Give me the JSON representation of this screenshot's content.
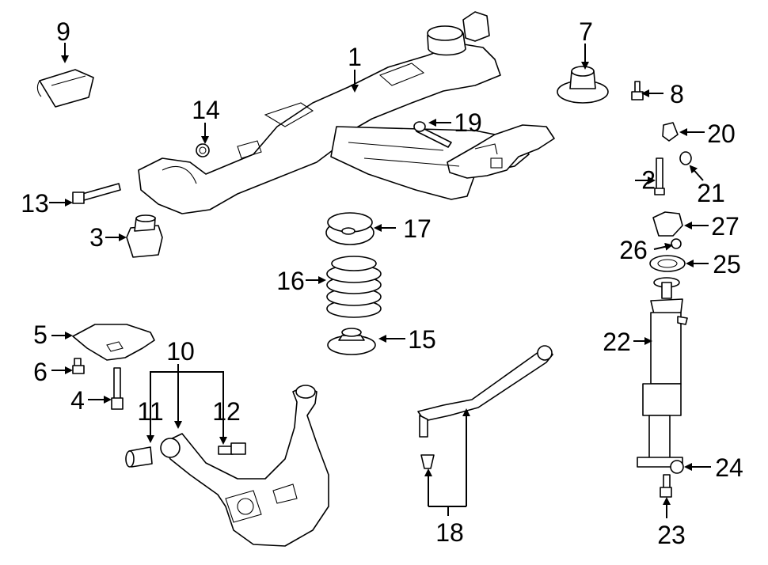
{
  "callouts": {
    "n1": "1",
    "n2": "2",
    "n3": "3",
    "n4": "4",
    "n5": "5",
    "n6": "6",
    "n7": "7",
    "n8": "8",
    "n9": "9",
    "n10": "10",
    "n11": "11",
    "n12": "12",
    "n13": "13",
    "n14": "14",
    "n15": "15",
    "n16": "16",
    "n17": "17",
    "n18": "18",
    "n19": "19",
    "n20": "20",
    "n21": "21",
    "n22": "22",
    "n23": "23",
    "n24": "24",
    "n25": "25",
    "n26": "26",
    "n27": "27"
  },
  "colors": {
    "line": "#000000",
    "background": "#ffffff",
    "part_fill": "#f4f4f4"
  }
}
